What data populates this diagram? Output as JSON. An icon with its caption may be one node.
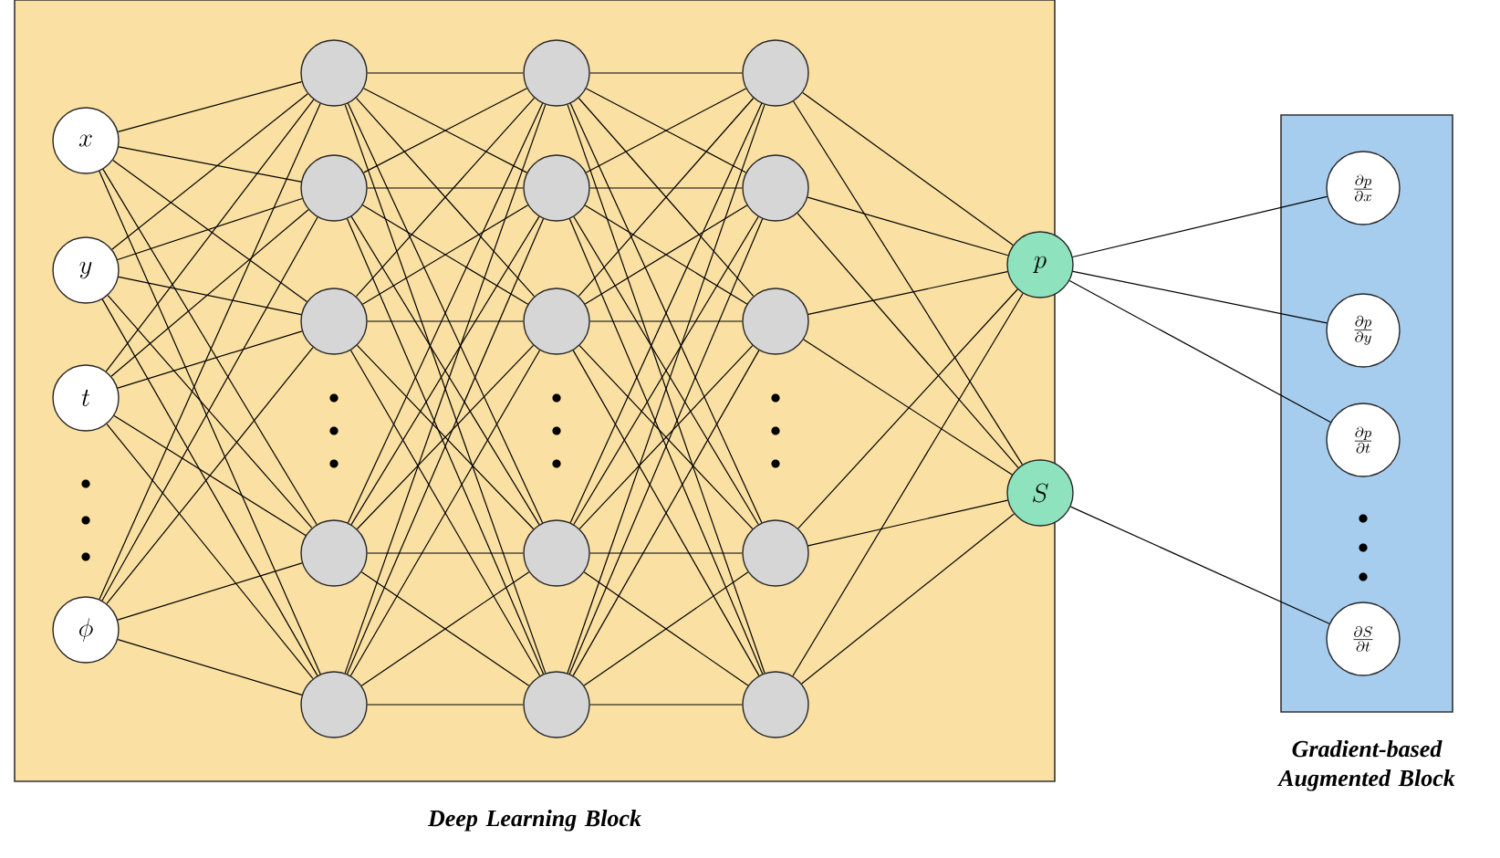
{
  "diagram": {
    "nodes": [
      {
        "text": [
          "Deep Learning Block"
        ]
      },
      {
        "text": [
          "x"
        ],
        "in": 0
      },
      {
        "text": [
          "y"
        ],
        "in": 0
      },
      {
        "text": [
          "t"
        ],
        "in": 0
      },
      {
        "text": [
          "\\phi"
        ],
        "in": 0
      },
      {
        "text": [],
        "shape": "circle",
        "in": 0
      },
      {
        "text": [],
        "shape": "circle",
        "in": 0
      },
      {
        "text": [],
        "shape": "circle",
        "in": 0
      },
      {
        "text": [],
        "shape": "circle",
        "in": 0
      },
      {
        "text": [],
        "shape": "circle",
        "in": 0
      },
      {
        "text": [],
        "shape": "circle",
        "in": 0
      },
      {
        "text": [],
        "shape": "circle",
        "in": 0
      },
      {
        "text": [],
        "shape": "circle",
        "in": 0
      },
      {
        "text": [],
        "shape": "circle",
        "in": 0
      },
      {
        "text": [],
        "shape": "circle",
        "in": 0
      },
      {
        "text": [],
        "shape": "circle",
        "in": 0
      },
      {
        "text": [],
        "shape": "circle",
        "in": 0
      },
      {
        "text": [],
        "shape": "circle",
        "in": 0
      },
      {
        "text": [],
        "shape": "circle",
        "in": 0
      },
      {
        "text": [],
        "shape": "circle",
        "in": 0
      },
      {
        "text": [
          "p"
        ],
        "in": 0
      },
      {
        "text": [
          "S"
        ],
        "in": 0
      },
      {
        "text": [
          "Gradient-based Augmented Block"
        ]
      },
      {
        "text": [
          "\\frac{\\partial p}{\\partial x}"
        ],
        "in": 22
      },
      {
        "text": [
          "\\frac{\\partial p}{\\partial y}"
        ],
        "in": 22
      },
      {
        "text": [
          "\\frac{\\partial p}{\\partial t}"
        ],
        "in": 22
      },
      {
        "text": [
          "\\frac{\\partial S}{\\partial t}"
        ],
        "in": 22
      }
    ],
    "edges": [
      {
        "from": 1,
        "to": 5,
        "arrow": "none"
      },
      {
        "from": 1,
        "to": 6,
        "arrow": "none"
      },
      {
        "from": 1,
        "to": 7,
        "arrow": "none"
      },
      {
        "from": 1,
        "to": 8,
        "arrow": "none"
      },
      {
        "from": 1,
        "to": 9,
        "arrow": "none"
      },
      {
        "from": 2,
        "to": 5,
        "arrow": "none"
      },
      {
        "from": 2,
        "to": 6,
        "arrow": "none"
      },
      {
        "from": 2,
        "to": 7,
        "arrow": "none"
      },
      {
        "from": 2,
        "to": 8,
        "arrow": "none"
      },
      {
        "from": 2,
        "to": 9,
        "arrow": "none"
      },
      {
        "from": 3,
        "to": 5,
        "arrow": "none"
      },
      {
        "from": 3,
        "to": 6,
        "arrow": "none"
      },
      {
        "from": 3,
        "to": 7,
        "arrow": "none"
      },
      {
        "from": 3,
        "to": 8,
        "arrow": "none"
      },
      {
        "from": 3,
        "to": 9,
        "arrow": "none"
      },
      {
        "from": 4,
        "to": 5,
        "arrow": "none"
      },
      {
        "from": 4,
        "to": 6,
        "arrow": "none"
      },
      {
        "from": 4,
        "to": 7,
        "arrow": "none"
      },
      {
        "from": 4,
        "to": 8,
        "arrow": "none"
      },
      {
        "from": 4,
        "to": 9,
        "arrow": "none"
      },
      {
        "from": 5,
        "to": 10,
        "arrow": "none"
      },
      {
        "from": 5,
        "to": 11,
        "arrow": "none"
      },
      {
        "from": 5,
        "to": 12,
        "arrow": "none"
      },
      {
        "from": 5,
        "to": 13,
        "arrow": "none"
      },
      {
        "from": 5,
        "to": 14,
        "arrow": "none"
      },
      {
        "from": 6,
        "to": 10,
        "arrow": "none"
      },
      {
        "from": 6,
        "to": 11,
        "arrow": "none"
      },
      {
        "from": 6,
        "to": 12,
        "arrow": "none"
      },
      {
        "from": 6,
        "to": 13,
        "arrow": "none"
      },
      {
        "from": 6,
        "to": 14,
        "arrow": "none"
      },
      {
        "from": 7,
        "to": 10,
        "arrow": "none"
      },
      {
        "from": 7,
        "to": 11,
        "arrow": "none"
      },
      {
        "from": 7,
        "to": 12,
        "arrow": "none"
      },
      {
        "from": 7,
        "to": 13,
        "arrow": "none"
      },
      {
        "from": 7,
        "to": 14,
        "arrow": "none"
      },
      {
        "from": 8,
        "to": 10,
        "arrow": "none"
      },
      {
        "from": 8,
        "to": 11,
        "arrow": "none"
      },
      {
        "from": 8,
        "to": 12,
        "arrow": "none"
      },
      {
        "from": 8,
        "to": 13,
        "arrow": "none"
      },
      {
        "from": 8,
        "to": 14,
        "arrow": "none"
      },
      {
        "from": 9,
        "to": 10,
        "arrow": "none"
      },
      {
        "from": 9,
        "to": 11,
        "arrow": "none"
      },
      {
        "from": 9,
        "to": 12,
        "arrow": "none"
      },
      {
        "from": 9,
        "to": 13,
        "arrow": "none"
      },
      {
        "from": 9,
        "to": 14,
        "arrow": "none"
      },
      {
        "from": 10,
        "to": 15,
        "arrow": "none"
      },
      {
        "from": 10,
        "to": 16,
        "arrow": "none"
      },
      {
        "from": 10,
        "to": 17,
        "arrow": "none"
      },
      {
        "from": 10,
        "to": 18,
        "arrow": "none"
      },
      {
        "from": 10,
        "to": 19,
        "arrow": "none"
      },
      {
        "from": 11,
        "to": 15,
        "arrow": "none"
      },
      {
        "from": 11,
        "to": 16,
        "arrow": "none"
      },
      {
        "from": 11,
        "to": 17,
        "arrow": "none"
      },
      {
        "from": 11,
        "to": 18,
        "arrow": "none"
      },
      {
        "from": 11,
        "to": 19,
        "arrow": "none"
      },
      {
        "from": 12,
        "to": 15,
        "arrow": "none"
      },
      {
        "from": 12,
        "to": 16,
        "arrow": "none"
      },
      {
        "from": 12,
        "to": 17,
        "arrow": "none"
      },
      {
        "from": 12,
        "to": 18,
        "arrow": "none"
      },
      {
        "from": 12,
        "to": 19,
        "arrow": "none"
      },
      {
        "from": 13,
        "to": 15,
        "arrow": "none"
      },
      {
        "from": 13,
        "to": 16,
        "arrow": "none"
      },
      {
        "from": 13,
        "to": 17,
        "arrow": "none"
      },
      {
        "from": 13,
        "to": 18,
        "arrow": "none"
      },
      {
        "from": 13,
        "to": 19,
        "arrow": "none"
      },
      {
        "from": 14,
        "to": 15,
        "arrow": "none"
      },
      {
        "from": 14,
        "to": 16,
        "arrow": "none"
      },
      {
        "from": 14,
        "to": 17,
        "arrow": "none"
      },
      {
        "from": 14,
        "to": 18,
        "arrow": "none"
      },
      {
        "from": 14,
        "to": 19,
        "arrow": "none"
      },
      {
        "from": 15,
        "to": 20,
        "arrow": "none"
      },
      {
        "from": 15,
        "to": 21,
        "arrow": "none"
      },
      {
        "from": 16,
        "to": 20,
        "arrow": "none"
      },
      {
        "from": 16,
        "to": 21,
        "arrow": "none"
      },
      {
        "from": 17,
        "to": 20,
        "arrow": "none"
      },
      {
        "from": 17,
        "to": 21,
        "arrow": "none"
      },
      {
        "from": 18,
        "to": 20,
        "arrow": "none"
      },
      {
        "from": 18,
        "to": 21,
        "arrow": "none"
      },
      {
        "from": 19,
        "to": 20,
        "arrow": "none"
      },
      {
        "from": 19,
        "to": 21,
        "arrow": "none"
      },
      {
        "from": 20,
        "to": 23,
        "arrow": "none"
      },
      {
        "from": 20,
        "to": 24,
        "arrow": "none"
      },
      {
        "from": 20,
        "to": 25,
        "arrow": "none"
      },
      {
        "from": 21,
        "to": 26,
        "arrow": "none"
      }
    ]
  }
}
